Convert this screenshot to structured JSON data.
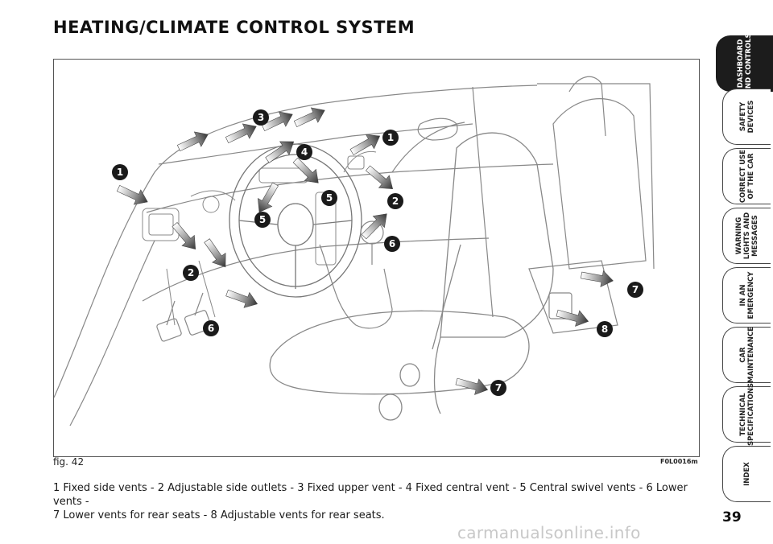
{
  "page": {
    "title": "HEATING/CLIMATE CONTROL SYSTEM",
    "figure_label": "fig. 42",
    "figure_code": "F0L0016m",
    "caption_line1": "1 Fixed side vents - 2 Adjustable side outlets - 3 Fixed upper vent - 4 Fixed central vent - 5 Central swivel vents - 6 Lower vents -",
    "caption_line2": "7 Lower vents for rear seats - 8 Adjustable vents for rear seats.",
    "page_number": "39",
    "watermark": "carmanualsonline.info"
  },
  "sidebar": {
    "tabs": [
      {
        "label": "DASHBOARD\nAND CONTROLS",
        "active": true
      },
      {
        "label": "SAFETY\nDEVICES",
        "active": false
      },
      {
        "label": "CORRECT USE\nOF THE CAR",
        "active": false
      },
      {
        "label": "WARNING\nLIGHTS AND\nMESSAGES",
        "active": false
      },
      {
        "label": "IN AN\nEMERGENCY",
        "active": false
      },
      {
        "label": "CAR\nMAINTENANCE",
        "active": false
      },
      {
        "label": "TECHNICAL\nSPECIFICATIONS",
        "active": false
      },
      {
        "label": "INDEX",
        "active": false
      }
    ]
  },
  "callouts": [
    "1",
    "1",
    "2",
    "2",
    "3",
    "4",
    "5",
    "5",
    "6",
    "6",
    "7",
    "7",
    "8"
  ]
}
